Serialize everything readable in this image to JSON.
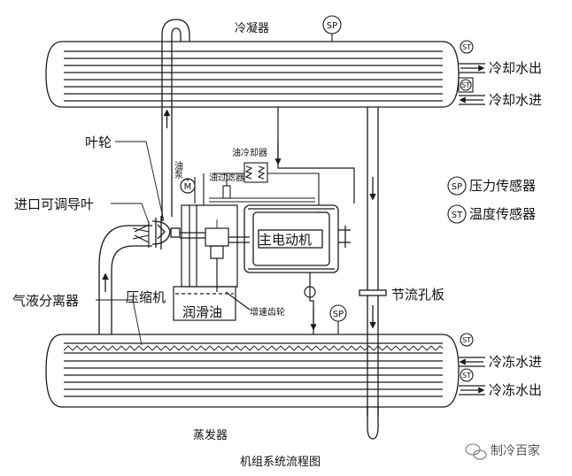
{
  "title": "机组系统流程图",
  "labels": {
    "condenser": "冷凝器",
    "evaporator": "蒸发器",
    "impeller": "叶轮",
    "inlet_guide_vane": "进口可调导叶",
    "gas_liquid_separator": "气液分离器",
    "compressor": "压缩机",
    "lube_oil": "润滑油",
    "oil_pump": "油泵",
    "oil_pump_symbol": "M",
    "oil_filter": "油过滤器",
    "oil_cooler": "油冷却器",
    "main_motor": "主电动机",
    "gearbox": "增速齿轮",
    "throttle_orifice": "节流孔板",
    "cooling_water_out": "冷却水出",
    "cooling_water_in": "冷却水进",
    "chilled_water_in": "冷冻水进",
    "chilled_water_out": "冷冻水出"
  },
  "legend": [
    {
      "symbol": "SP",
      "text": "压力传感器"
    },
    {
      "symbol": "ST",
      "text": "温度传感器"
    }
  ],
  "sensor_symbols": {
    "pressure": "SP",
    "temperature": "ST"
  },
  "watermark": {
    "icon": "wechat-icon",
    "text": "制冷百家"
  },
  "colors": {
    "line": "#1a1a1a",
    "background": "#ffffff"
  }
}
